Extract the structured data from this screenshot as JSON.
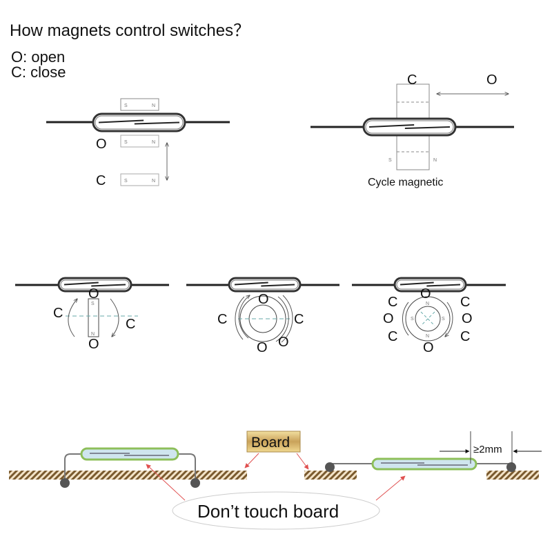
{
  "title": "How magnets control switches？",
  "legend": {
    "open": "O:  open",
    "close": "C:  close"
  },
  "diagram1": {
    "labels": [
      "O",
      "C"
    ],
    "magnet_poles": [
      "S",
      "N"
    ]
  },
  "diagram2": {
    "labels": [
      "C",
      "O"
    ],
    "poles": [
      "S",
      "N"
    ],
    "caption": "Cycle magnetic"
  },
  "diagram3": {
    "labels": [
      "O",
      "O",
      "C",
      "C"
    ],
    "poles": [
      "S",
      "N"
    ]
  },
  "diagram4": {
    "labels": [
      "O",
      "C",
      "C",
      "O",
      "O"
    ]
  },
  "diagram5": {
    "labels": [
      "O",
      "C",
      "O",
      "C",
      "C",
      "O",
      "C",
      "O"
    ],
    "poles": [
      "N",
      "N",
      "S",
      "S"
    ]
  },
  "mounting": {
    "board_label": "Board",
    "gap_label": "≥2mm",
    "warning": "Don’t touch board",
    "colors": {
      "board": "#8b6a3a",
      "capsule": "#cfe5ee",
      "capsule_end": "#8dbf5a",
      "arrow": "#e05050"
    }
  }
}
